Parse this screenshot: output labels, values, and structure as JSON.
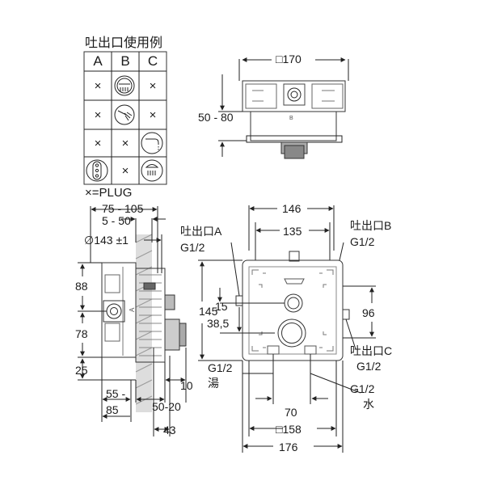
{
  "table": {
    "title": "吐出口使用例",
    "columns": [
      "A",
      "B",
      "C"
    ],
    "mark": "×",
    "legend": "×=PLUG",
    "icons": [
      "rain-shower-icon",
      "hand-shower-icon",
      "bathtub-spout-icon",
      "smartcontrol-button-icon",
      "overhead-shower-icon"
    ]
  },
  "top_view": {
    "width": "□170",
    "depth": "50 - 80"
  },
  "side_view": {
    "d1": "75 - 105",
    "d2": "5 - 50",
    "diameter": "∅143 ±1",
    "h1": "88",
    "h2": "78",
    "h3": "25",
    "b1": "55 -",
    "b2": "85",
    "b3": "50-20",
    "b4": "10",
    "b5": "43"
  },
  "front_view": {
    "w_outer": "146",
    "w_holes": "135",
    "outlet_a": {
      "name": "吐出口A",
      "thread": "G1/2"
    },
    "outlet_b": {
      "name": "吐出口B",
      "thread": "G1/2"
    },
    "outlet_c": {
      "name": "吐出口C",
      "thread": "G1/2"
    },
    "h_outer": "145",
    "h_15": "15",
    "h_38_5": "38,5",
    "h_96": "96",
    "hot": {
      "name": "湯",
      "thread": "G1/2"
    },
    "cold": {
      "name": "水",
      "thread": "G1/2"
    },
    "inlet_spacing": "70",
    "w_158": "□158",
    "w_176": "176"
  }
}
